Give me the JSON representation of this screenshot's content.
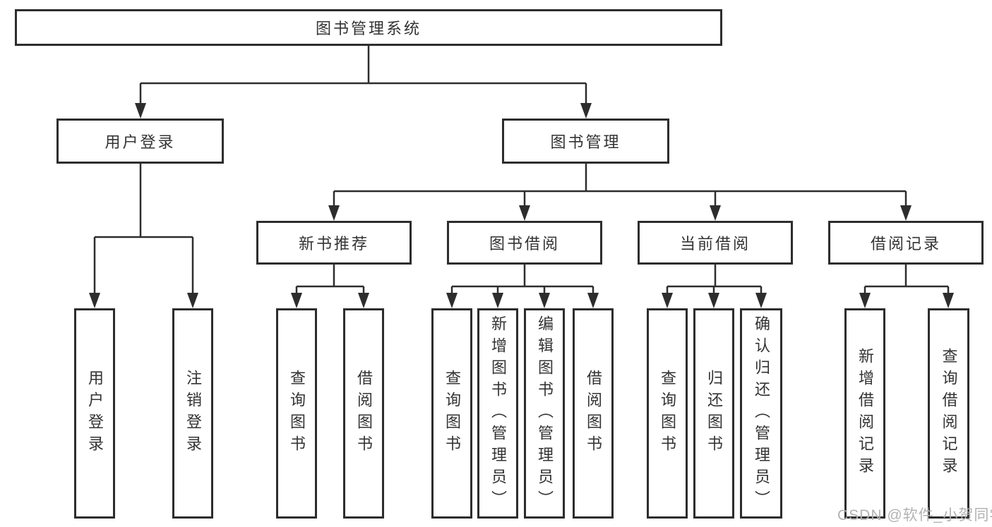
{
  "title_box": {
    "label": "图书管理系统"
  },
  "level2": [
    {
      "label": "用户登录",
      "children": [
        "用户登录",
        "注销登录"
      ]
    },
    {
      "label": "图书管理"
    }
  ],
  "level3": [
    {
      "label": "新书推荐",
      "children": [
        "查询图书",
        "借阅图书"
      ]
    },
    {
      "label": "图书借阅",
      "children": [
        "查询图书",
        "新增图书（管理员）",
        "编辑图书（管理员）",
        "借阅图书"
      ]
    },
    {
      "label": "当前借阅",
      "children": [
        "查询图书",
        "归还图书",
        "确认归还（管理员）"
      ]
    },
    {
      "label": "借阅记录",
      "children": [
        "新增借阅记录",
        "查询借阅记录"
      ]
    }
  ],
  "watermark": "CSDN @软件_小贺同学",
  "colors": {
    "line": "#2d2d2d",
    "text": "#333333",
    "watermark": "#b2b2b2",
    "background": "#ffffff"
  }
}
